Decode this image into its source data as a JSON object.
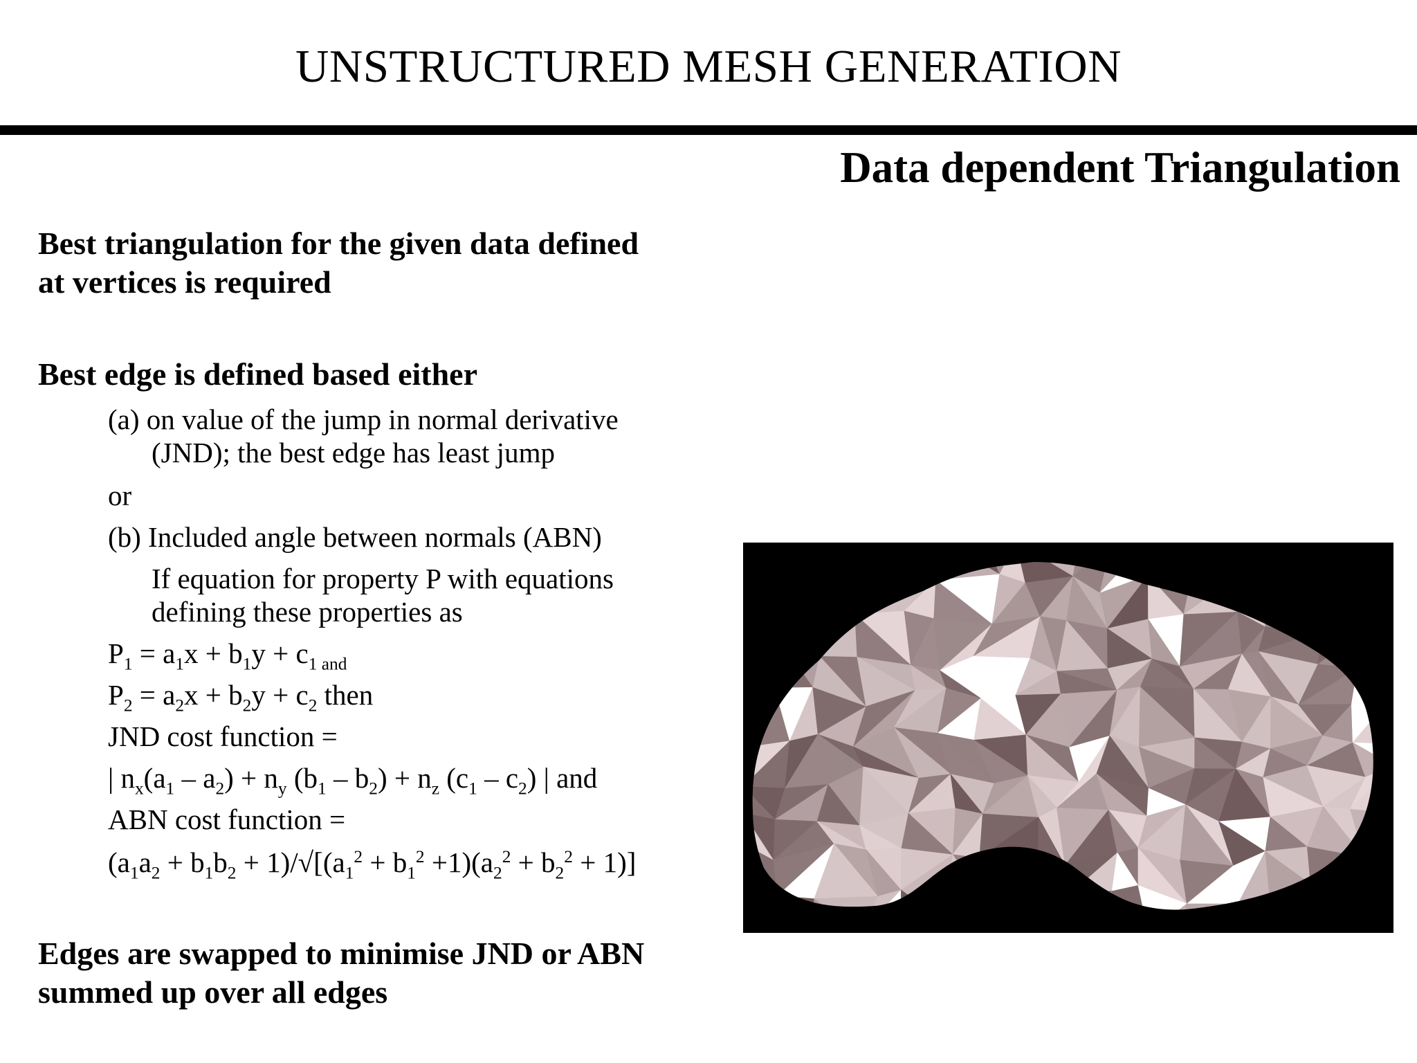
{
  "header": {
    "title": "UNSTRUCTURED MESH GENERATION",
    "subtitle": "Data dependent Triangulation"
  },
  "points": {
    "p1_line1": "Best triangulation for the given data defined",
    "p1_line2": "at vertices is required",
    "p2_heading": "Best edge is defined based either",
    "a_line1": "(a) on value of the jump in normal derivative",
    "a_line2": "(JND); the best edge has least jump",
    "or": "or",
    "b_line1": "(b) Included angle between normals (ABN)",
    "b_line2": "If equation for property P with equations",
    "b_line3": "defining these properties as",
    "jnd_label": "JND cost function =",
    "abn_label": "ABN cost function =",
    "p3_line1": "Edges are swapped to minimise JND or ABN",
    "p3_line2": "summed up over all edges"
  },
  "equations": {
    "eq1": {
      "P": "P",
      "s1": "1",
      "t1": " = a",
      "s2": "1",
      "t2": "x + b",
      "s3": "1",
      "t3": "y + c",
      "s4": "1 and"
    },
    "eq2": {
      "P": "P",
      "s1": "2",
      "t1": " = a",
      "s2": "2",
      "t2": "x + b",
      "s3": "2",
      "t3": "y + c",
      "s4": "2",
      "t4": " then"
    },
    "jnd": {
      "t0": "| n",
      "sx": "x",
      "t1": "(a",
      "s1": "1",
      "t2": " – a",
      "s2": "2",
      "t3": ") + n",
      "sy": "y",
      "t4": " (b",
      "s3": "1",
      "t5": " – b",
      "s4": "2",
      "t6": ") + n",
      "sz": "z",
      "t7": " (c",
      "s5": "1",
      "t8": " – c",
      "s6": "2",
      "t9": ") | and"
    },
    "abn": {
      "t0": "(a",
      "s1": "1",
      "t1": "a",
      "s2": "2",
      "t2": "  + b",
      "s3": "1",
      "t3": "b",
      "s4": "2",
      "t4": " + 1)/√[(a",
      "s5": "1",
      "p1": "2",
      "t5": " + b",
      "s6": "1",
      "p2": "2",
      "t6": " +1)(a",
      "s7": "2",
      "p3": "2",
      "t7": " + b",
      "s8": "2",
      "p4": "2",
      "t8": " + 1)]"
    }
  },
  "image": {
    "background": "#000000",
    "mesh_light": "#e8d8da",
    "mesh_dark": "#6b5556"
  }
}
